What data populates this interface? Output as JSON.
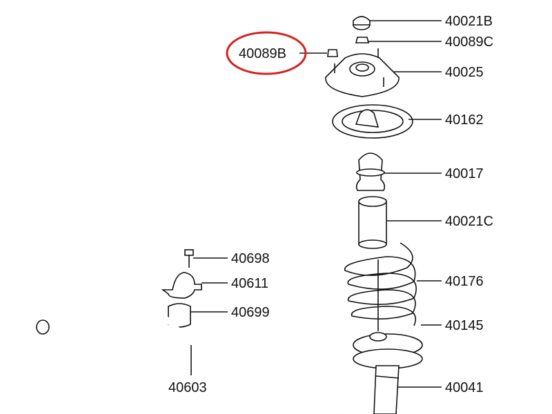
{
  "diagram": {
    "title": "Front suspension strut and stabilizer bar parts",
    "highlight_color": "#d62020",
    "highlighted_part": "40089B",
    "labels": {
      "p40021B": "40021B",
      "p40089C": "40089C",
      "p40089B": "40089B",
      "p40025": "40025",
      "p40162": "40162",
      "p40017": "40017",
      "p40021C": "40021C",
      "p40176": "40176",
      "p40145": "40145",
      "p40041": "40041",
      "p40698": "40698",
      "p40611": "40611",
      "p40699": "40699",
      "p40603": "40603"
    }
  }
}
